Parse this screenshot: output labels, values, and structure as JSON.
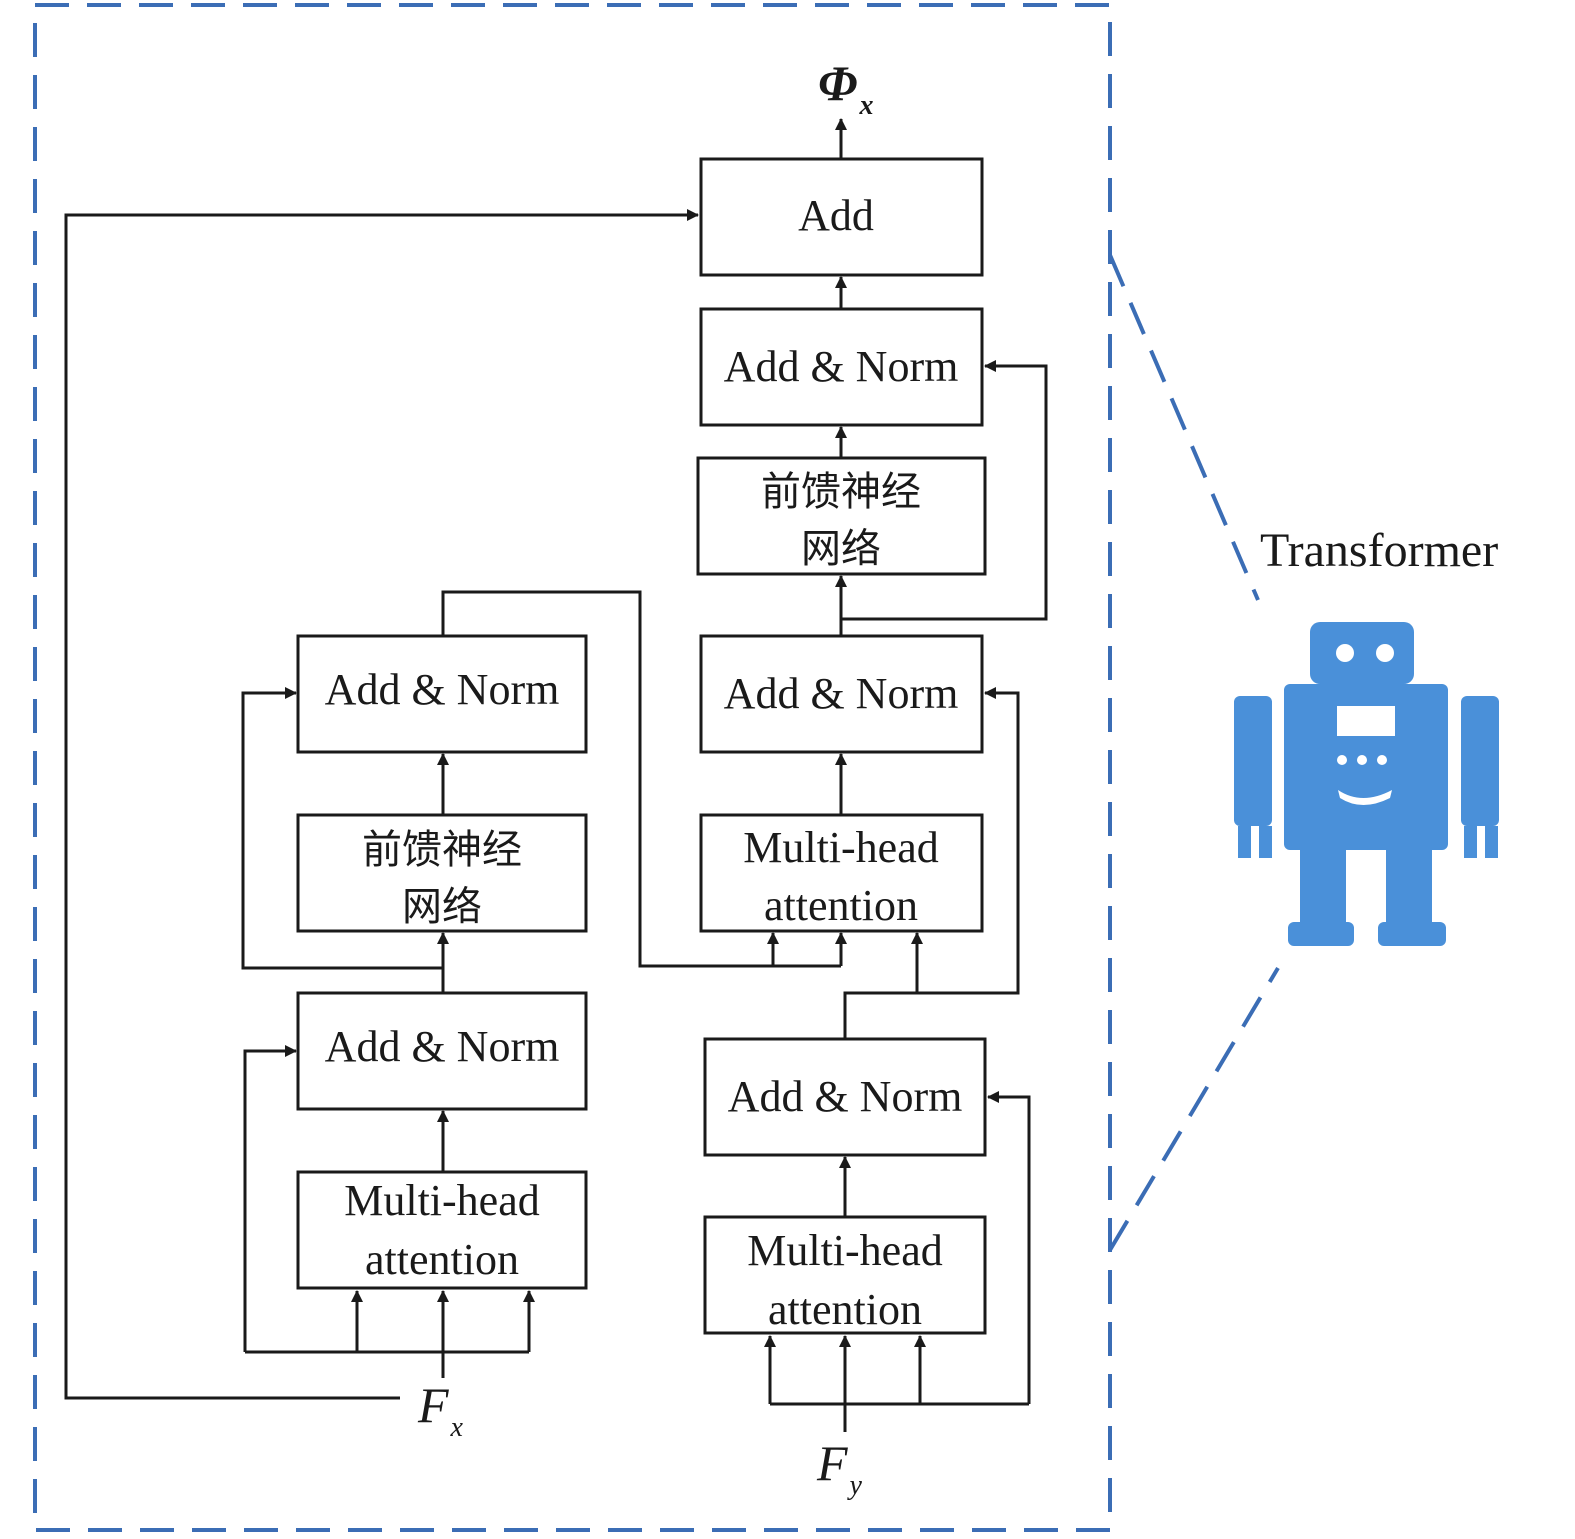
{
  "colors": {
    "frame": "#3b6db5",
    "robot": "#4a90d9",
    "line": "#1a1a1a"
  },
  "labels": {
    "output_main": "Φ",
    "output_sub": "x",
    "input_x_main": "F",
    "input_x_sub": "x",
    "input_y_main": "F",
    "input_y_sub": "y",
    "add": "Add",
    "add_norm": "Add & Norm",
    "ffn_line1": "前馈神经",
    "ffn_line2": "网络",
    "mha_line1": "Multi-head",
    "mha_line2": "attention",
    "side_title": "Transformer"
  },
  "icons": {
    "robot": "robot-icon"
  }
}
